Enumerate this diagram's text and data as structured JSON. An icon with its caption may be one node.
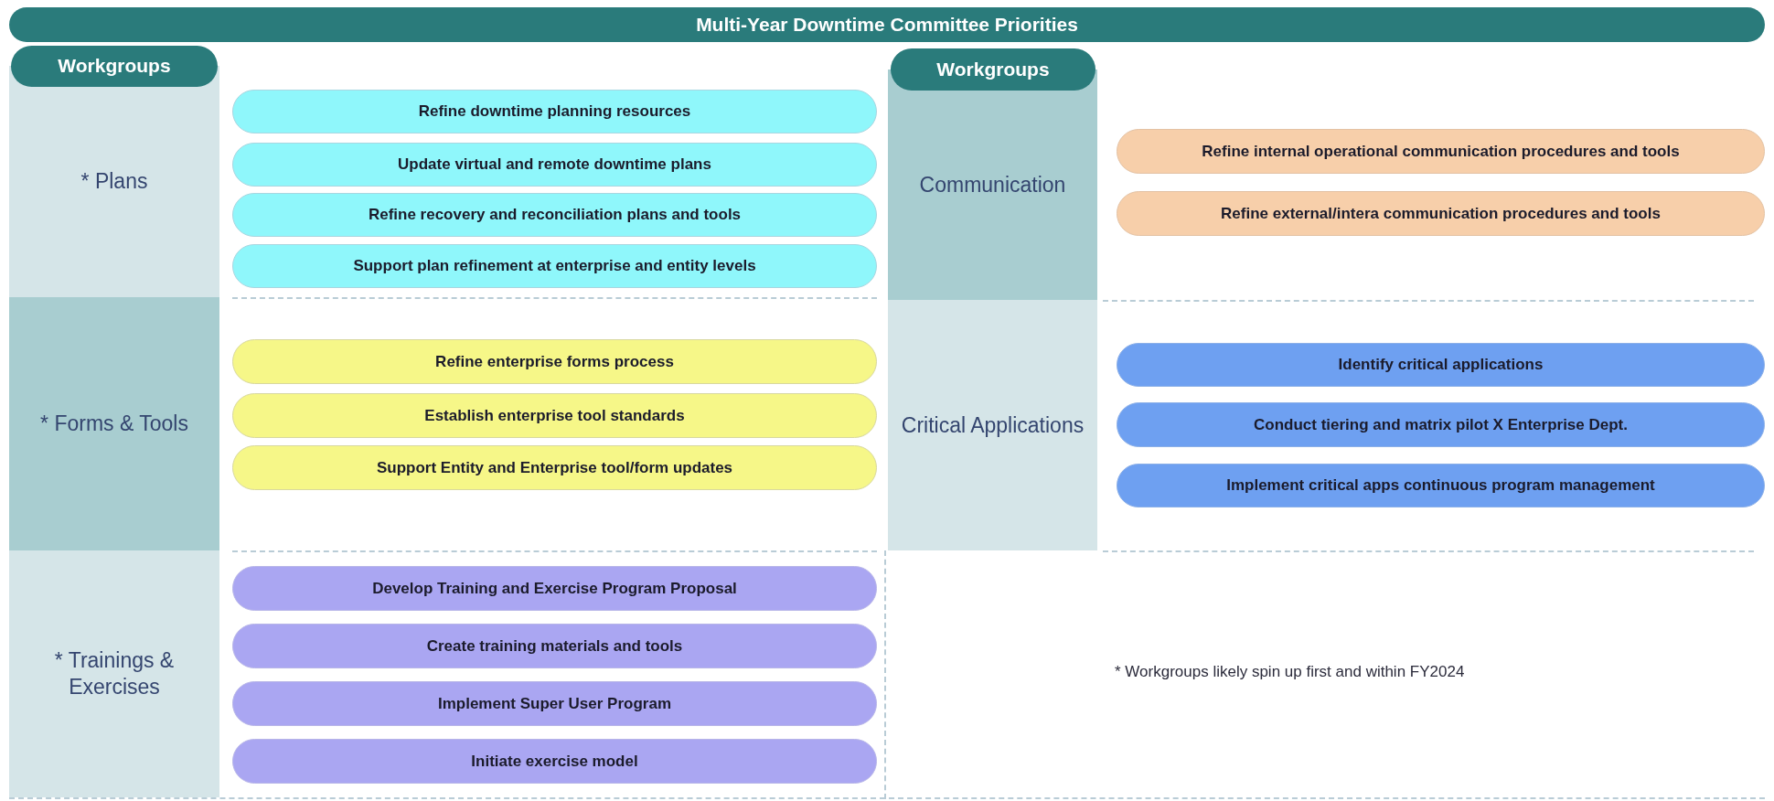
{
  "diagram": {
    "title": "Multi-Year Downtime Committee Priorities",
    "nodes": [
      {
        "text": [
          "Workgroups"
        ]
      },
      {
        "text": [
          "* Plans"
        ]
      },
      {
        "text": [
          "Refine downtime planning resources"
        ]
      },
      {
        "text": [
          "Update virtual and remote downtime plans"
        ]
      },
      {
        "text": [
          "Refine recovery and reconciliation plans and tools"
        ]
      },
      {
        "text": [
          "Support plan refinement at enterprise and entity levels"
        ]
      },
      {
        "text": [
          "* Forms & Tools"
        ]
      },
      {
        "text": [
          "Refine enterprise forms process"
        ]
      },
      {
        "text": [
          "Establish enterprise tool standards"
        ]
      },
      {
        "text": [
          "Support Entity and Enterprise tool/form updates"
        ]
      },
      {
        "text": [
          "* Trainings & Exercises"
        ]
      },
      {
        "text": [
          "Develop Training and Exercise Program Proposal"
        ]
      },
      {
        "text": [
          "Create training materials and tools"
        ]
      },
      {
        "text": [
          "Implement Super User Program"
        ]
      },
      {
        "text": [
          "Initiate exercise model"
        ]
      },
      {
        "text": [
          "Workgroups"
        ]
      },
      {
        "text": [
          "Communication"
        ]
      },
      {
        "text": [
          "Refine internal operational communication procedures and tools"
        ]
      },
      {
        "text": [
          "Refine external/intera communication procedures and tools"
        ]
      },
      {
        "text": [
          "Critical Applications"
        ]
      },
      {
        "text": [
          "Identify critical applications"
        ]
      },
      {
        "text": [
          "Conduct tiering and matrix pilot X Enterprise Dept."
        ]
      },
      {
        "text": [
          "Implement critical apps continuous program management"
        ]
      }
    ],
    "labels": [
      "* Workgroups likely spin up first and within FY2024"
    ]
  }
}
